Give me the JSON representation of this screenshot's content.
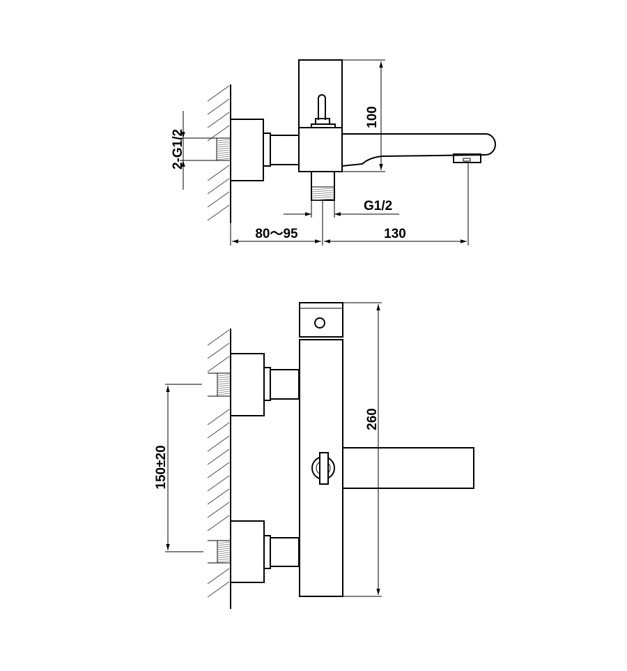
{
  "side_view": {
    "inlet_thread_label": "2-G1/2",
    "height_label": "100",
    "outlet_thread_label": "G1/2",
    "wall_distance_label": "80～95",
    "spout_reach_label": "130"
  },
  "front_view": {
    "body_height_label": "260",
    "inlet_spacing_label": "150±20"
  },
  "colors": {
    "line": "#000000",
    "background": "#ffffff"
  }
}
